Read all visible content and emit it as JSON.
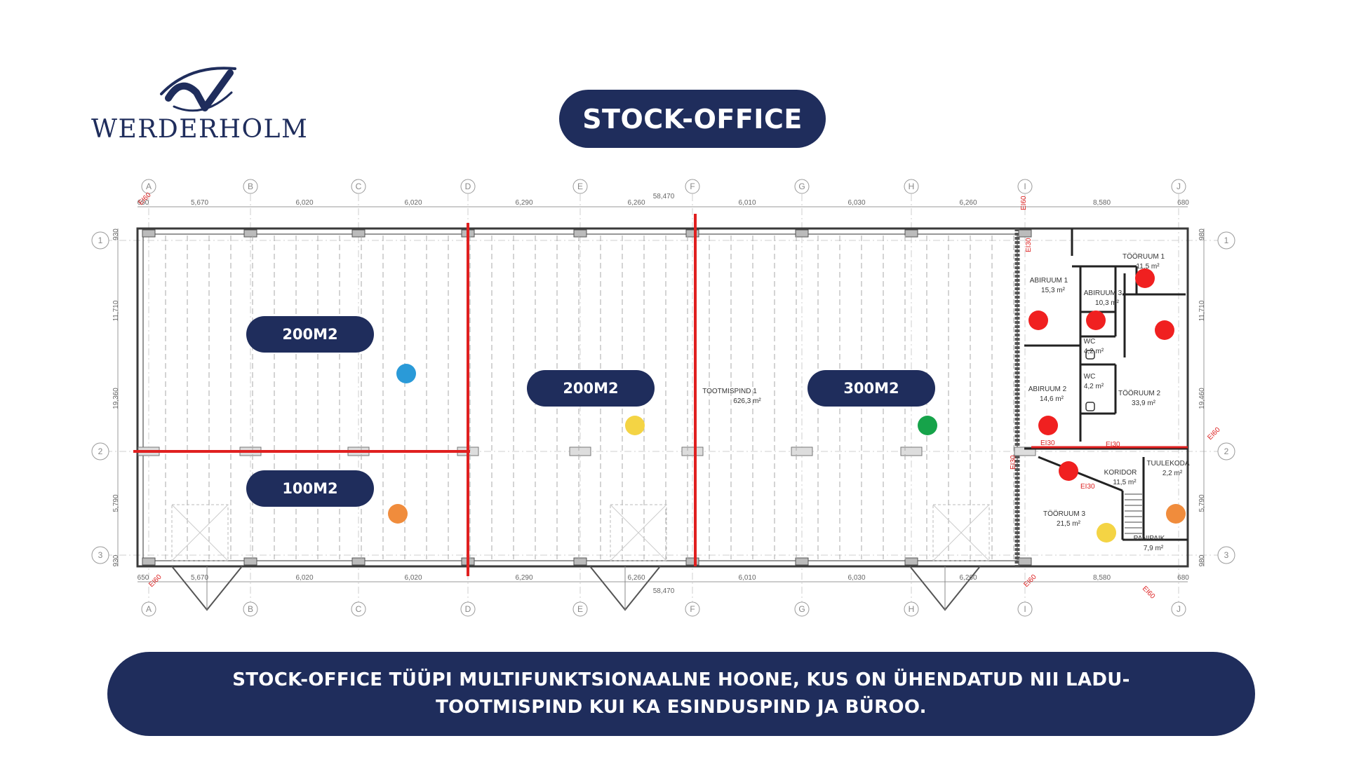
{
  "brand": {
    "name": "WERDERHOLM"
  },
  "title": "STOCK-OFFICE",
  "caption": "STOCK-OFFICE TÜÜPI MULTIFUNKTSIONAALNE HOONE, KUS ON ÜHENDATUD NII LADU- TOOTMISPIND KUI KA ESINDUSPIND JA BÜROO.",
  "colors": {
    "navy": "#1f2d5c",
    "partition_red": "#e02020",
    "blue": "#2a9ad8",
    "yellow": "#f4d444",
    "green": "#16a34a",
    "orange": "#f08c3c",
    "red": "#f02020"
  },
  "areas": [
    {
      "label": "200M2"
    },
    {
      "label": "100M2"
    },
    {
      "label": "200M2"
    },
    {
      "label": "300M2"
    }
  ],
  "plan": {
    "axes_letters": [
      "A",
      "B",
      "C",
      "D",
      "E",
      "F",
      "G",
      "H",
      "I",
      "J"
    ],
    "axes_numbers": [
      "1",
      "2",
      "3"
    ],
    "top_dims": [
      "650",
      "5,670",
      "6,020",
      "6,020",
      "6,290",
      "6,260",
      "6,010",
      "6,030",
      "6,260",
      "8,580",
      "680"
    ],
    "bottom_dims": [
      "650",
      "5,670",
      "6,020",
      "6,020",
      "6,290",
      "6,260",
      "6,010",
      "6,030",
      "6,260",
      "8,580",
      "680"
    ],
    "total_dim": "58,470",
    "left_dims": [
      "930",
      "11,710",
      "19,360",
      "5,790",
      "930"
    ],
    "right_dims": [
      "980",
      "11,710",
      "19,460",
      "5,790",
      "980"
    ],
    "fire_rating": "EI30",
    "fire_rating_alt": "EI60",
    "hall": {
      "name": "TOOTMISPIND 1",
      "area": "626,3 m²"
    },
    "rooms": [
      {
        "name": "TÖÖRUUM 1",
        "area": "11,5 m²"
      },
      {
        "name": "ABIRUUM 1",
        "area": "15,3 m²"
      },
      {
        "name": "ABIRUUM 3",
        "area": "10,3 m²"
      },
      {
        "name": "WC",
        "area": "4,2 m²"
      },
      {
        "name": "WC",
        "area": "4,2 m²"
      },
      {
        "name": "ABIRUUM 2",
        "area": "14,6 m²"
      },
      {
        "name": "TÖÖRUUM 2",
        "area": "33,9 m²"
      },
      {
        "name": "KORIDOR",
        "area": "11,5 m²"
      },
      {
        "name": "TUULEKODA",
        "area": "2,2 m²"
      },
      {
        "name": "TÖÖRUUM 3",
        "area": "21,5 m²"
      },
      {
        "name": "PANIPAIK",
        "area": "7,9 m²"
      }
    ]
  }
}
